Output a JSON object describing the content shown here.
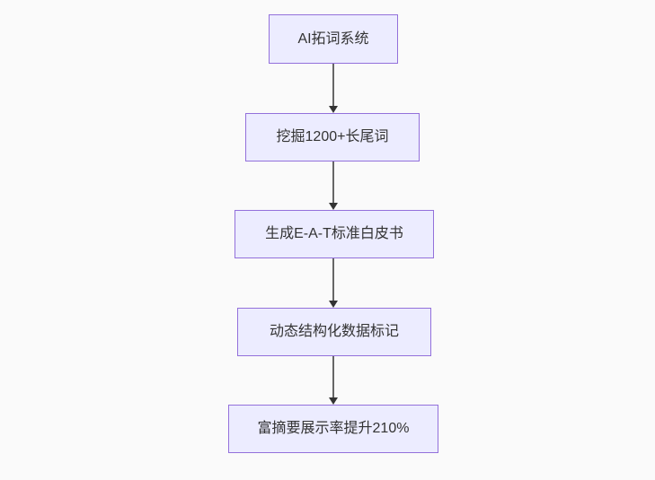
{
  "diagram": {
    "type": "flowchart",
    "direction": "top-down",
    "nodes": [
      {
        "id": "1",
        "label": "AI拓词系统"
      },
      {
        "id": "2",
        "label": "挖掘1200+长尾词"
      },
      {
        "id": "3",
        "label": "生成E-A-T标准白皮书"
      },
      {
        "id": "4",
        "label": "动态结构化数据标记"
      },
      {
        "id": "5",
        "label": "富摘要展示率提升210%"
      }
    ],
    "edges": [
      {
        "from": "1",
        "to": "2"
      },
      {
        "from": "2",
        "to": "3"
      },
      {
        "from": "3",
        "to": "4"
      },
      {
        "from": "4",
        "to": "5"
      }
    ],
    "colors": {
      "background": "#fafafa",
      "node_fill": "#ececff",
      "node_border": "#9370db",
      "text": "#333333",
      "arrow_line": "#666666",
      "arrow_head": "#333333"
    }
  }
}
